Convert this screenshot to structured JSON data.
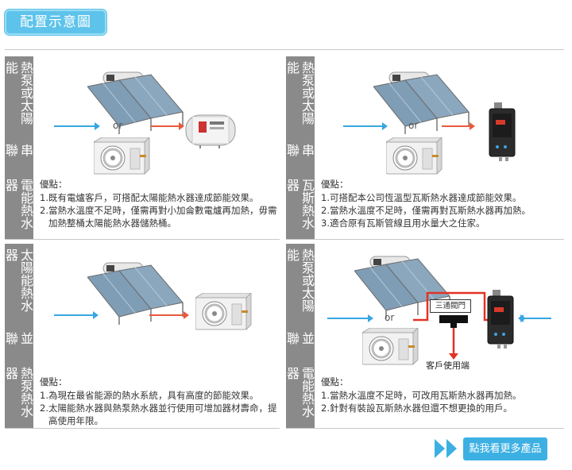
{
  "header": {
    "title": "配置示意圖"
  },
  "common": {
    "or_label": "or",
    "advantages_title": "優點："
  },
  "panels": [
    {
      "side_label": [
        "熱泵或太陽能",
        "串聯",
        "電能熱水器"
      ],
      "advantages": [
        "1.既有電爐客戶，可搭配太陽能熱水器達成節能效果。",
        "2.當熱水溫度不足時，僅需再對小加侖數電爐再加熱，毋需加熱整桶太陽能熱水器儲熱桶。"
      ]
    },
    {
      "side_label": [
        "熱泵或太陽能",
        "串聯",
        "瓦斯熱水器"
      ],
      "advantages": [
        "1.可搭配本公司恆溫型瓦斯熱水器達成節能效果。",
        "2.當熱水溫度不足時，僅需再對瓦斯熱水器再加熱。",
        "3.適合原有瓦斯管線且用水量大之住家。"
      ]
    },
    {
      "side_label": [
        "太陽能熱水器",
        "並聯",
        "熱泵熱水器"
      ],
      "advantages": [
        "1.為現在最省能源的熱水系統，具有高度的節能效果。",
        "2.太陽能熱水器與熱泵熱水器並行使用可增加器材壽命，提高使用年限。"
      ]
    },
    {
      "side_label": [
        "熱泵或太陽能",
        "並聯",
        "電能熱水器"
      ],
      "advantages": [
        "1.當熱水溫度不足時，可改用瓦斯熱水器再加熱。",
        "2.針對有裝設瓦斯熱水器但還不想更換的用戶。"
      ],
      "valve_label": "三通閥門",
      "client_label": "客戶使用端"
    }
  ],
  "footer": {
    "more_button": "點我看更多產品"
  },
  "colors": {
    "accent": "#5ec3ea",
    "button": "#3db0e3",
    "sidebar": "#8a8a8a",
    "arrow_blue": "#38a6e2",
    "arrow_red": "#e85a3c"
  }
}
